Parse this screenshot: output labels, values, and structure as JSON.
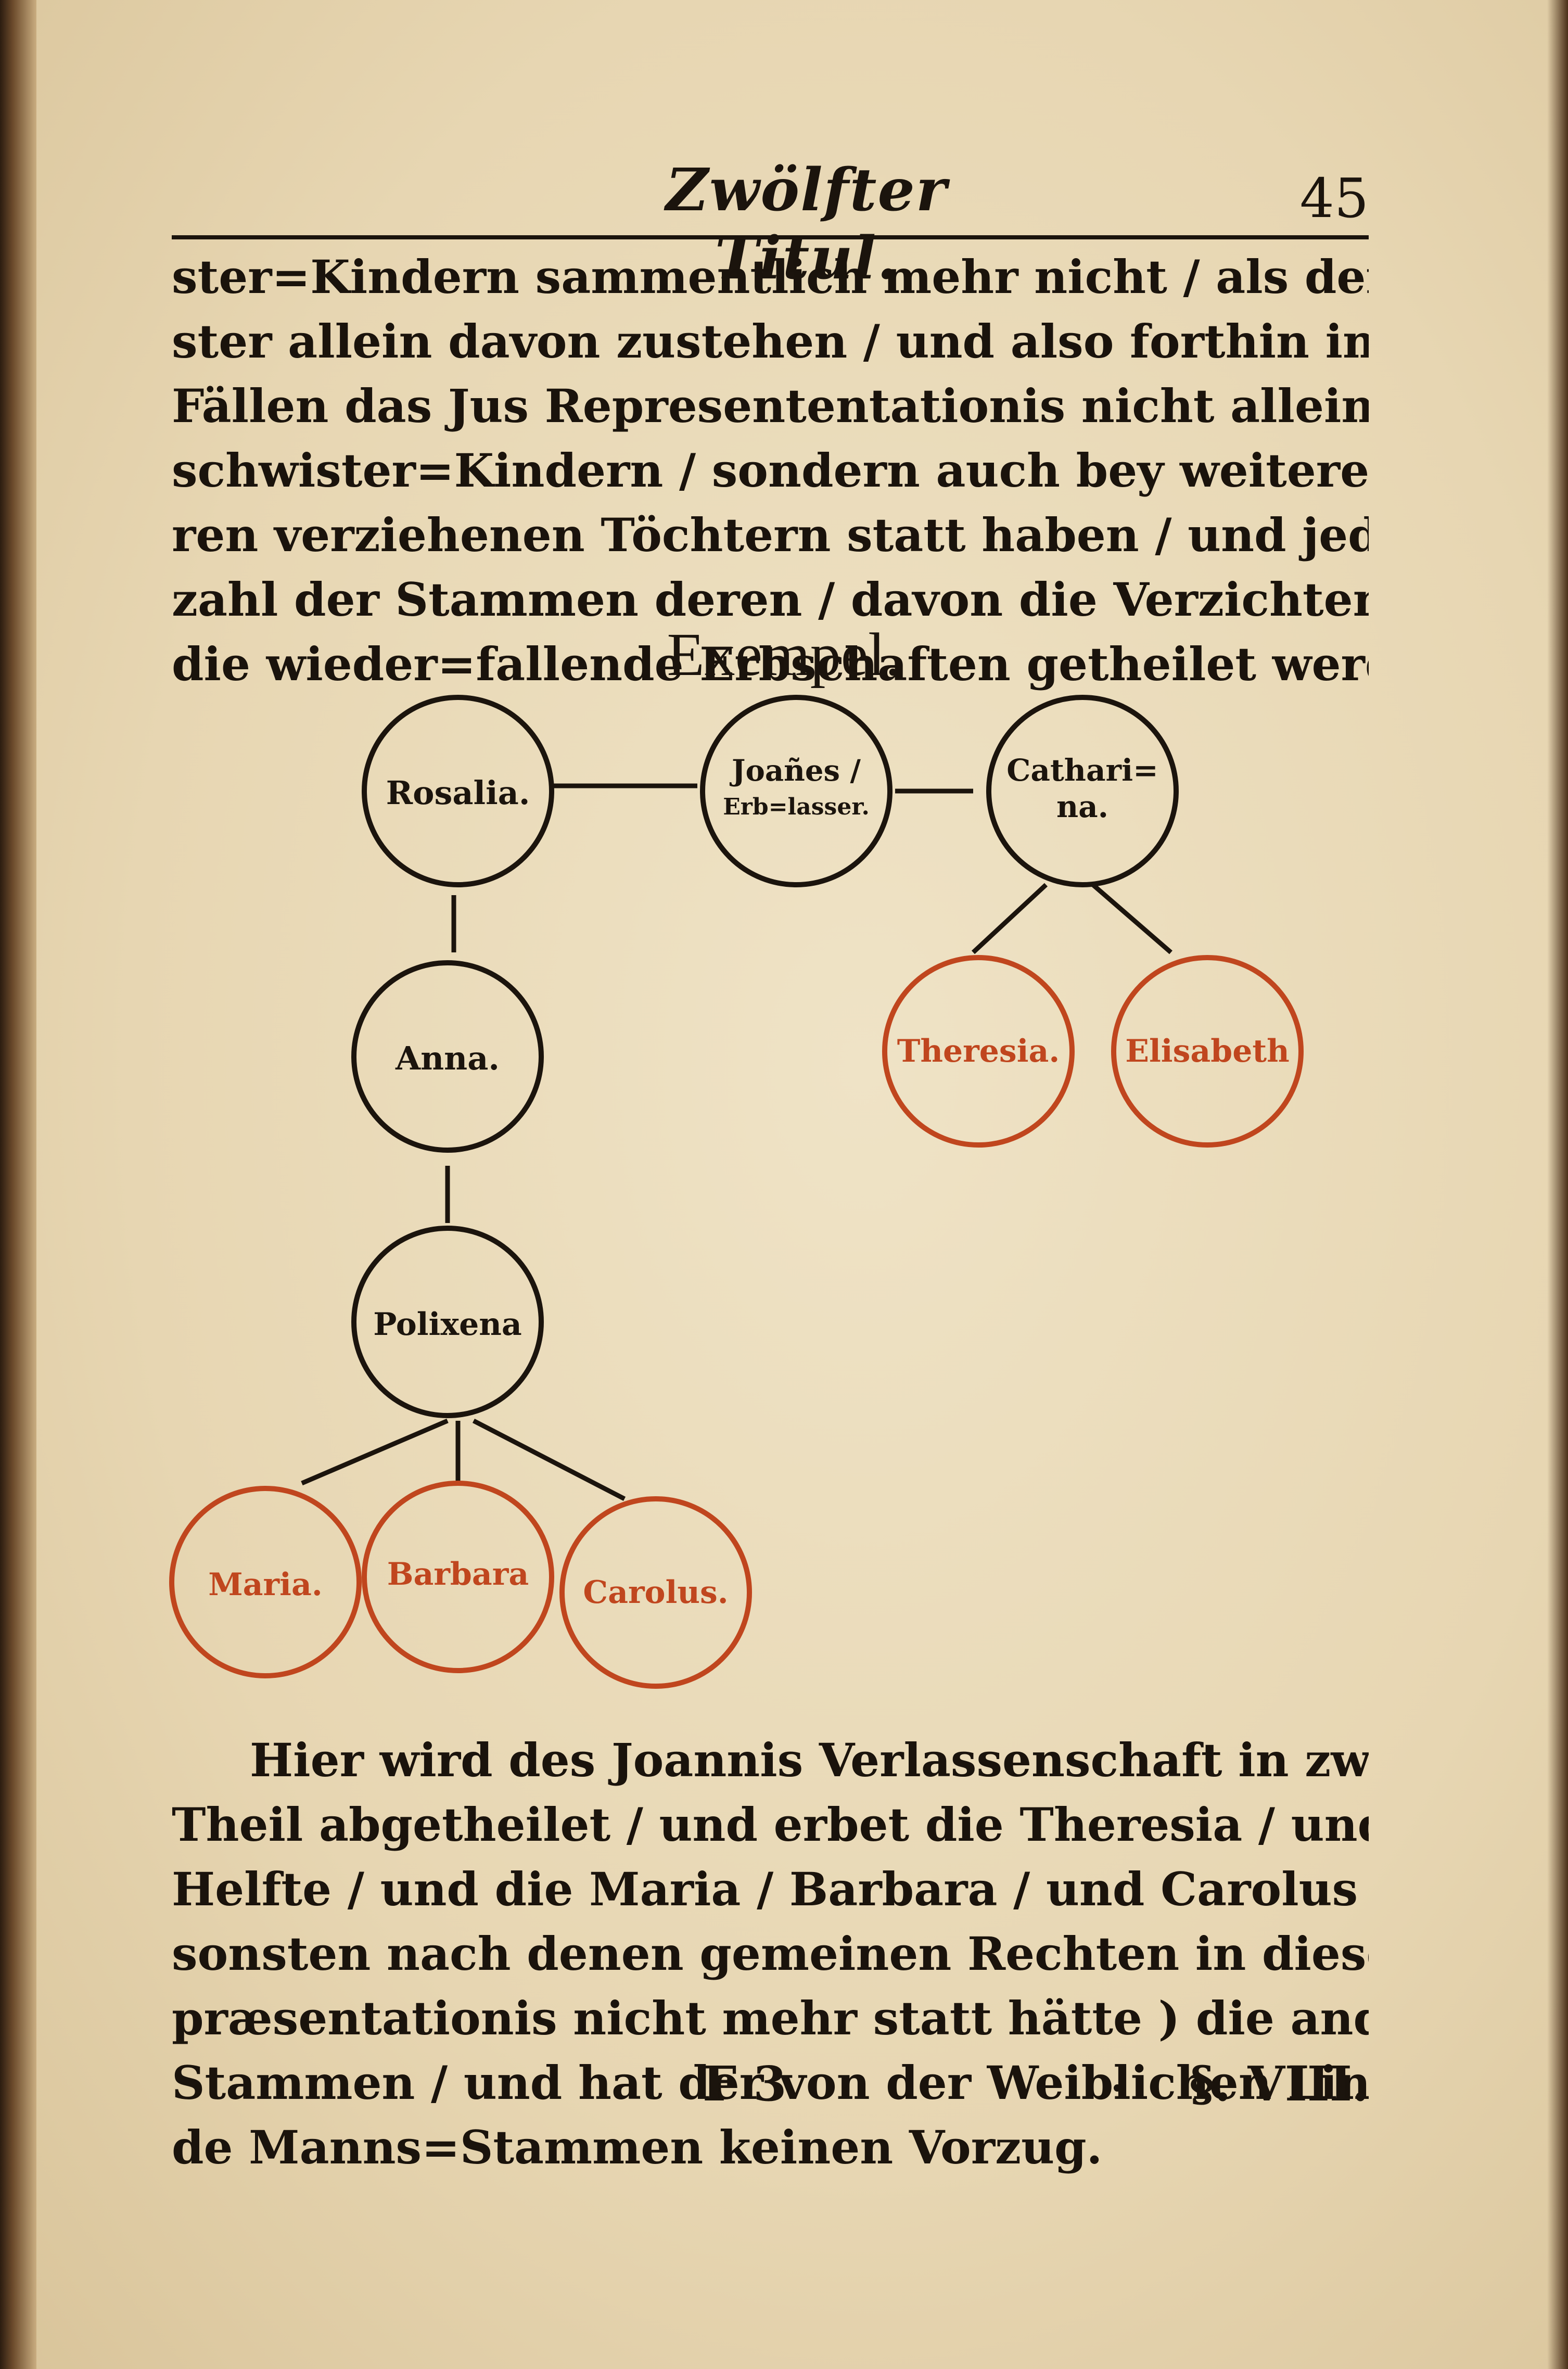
{
  "header": {
    "running_title": "Zwölfter Titul.",
    "page_number": "45"
  },
  "paragraph_top": {
    "lines": [
      "ster=Kindern sammentlich mehr nicht / als der verziehenen Schwe=",
      "ster allein davon zustehen / und also forthin in denen Verzichts=",
      "Fällen das Jus Represententationis nicht allein bey denen Ge=",
      "schwister=Kindern / sondern auch bey weiteren Befreundten de=",
      "ren verziehenen Töchtern statt haben / und jederzeit nach An=",
      "zahl der Stammen deren / davon die Verzichten herrühren /",
      "die wieder=fallende Erbschaften getheilet werden sollen."
    ]
  },
  "example_title": "Exempel.",
  "tree": {
    "colors": {
      "ink": "#1b140d",
      "red": "#c0461e"
    },
    "nodes": {
      "rosalia": "Rosalia.",
      "joannes_line1": "Joañes /",
      "joannes_line2": "Erb=lasser.",
      "catharina_line1": "Cathari=",
      "catharina_line2": "na.",
      "theresia": "Theresia.",
      "elisabeth": "Elisabeth",
      "anna": "Anna.",
      "polixena": "Polixena",
      "maria": "Maria.",
      "barbara": "Barbara",
      "carolus": "Carolus."
    }
  },
  "paragraph_bottom": {
    "lines": [
      "Hier wird des Joannis Verlassenschaft in zwey gleiche",
      "Theil abgetheilet / und erbet die Theresia / und Elisabetha die",
      "Helfte / und die Maria / Barbara / und Carolus ( unerachtet",
      "sonsten nach denen gemeinen Rechten in diesem das Jus Re-",
      "præsentationis nicht mehr statt hätte ) die andere Helfte in die",
      "Stammen / und hat der von der Weiblichen Lini herrühren=",
      "de Manns=Stammen keinen Vorzug."
    ]
  },
  "footer": {
    "signature": "F 3",
    "catchword": "§. VIII."
  }
}
